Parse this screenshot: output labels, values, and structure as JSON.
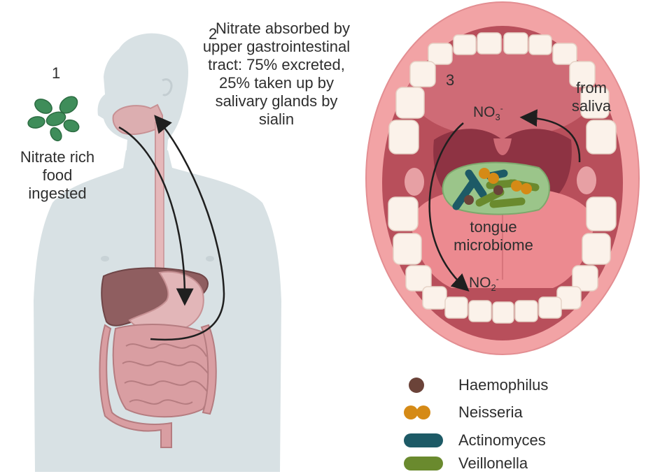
{
  "steps": {
    "step1": {
      "number": "1",
      "label": "Nitrate rich food ingested"
    },
    "step2": {
      "number": "2",
      "label": "Nitrate absorbed by upper gastrointestinal tract: 75% excreted, 25% taken up by salivary glands by sialin"
    },
    "step3": {
      "number": "3"
    }
  },
  "mouth": {
    "from_saliva": "from saliva",
    "nitrate": {
      "base": "NO",
      "sub": "3",
      "sup": "-"
    },
    "nitrite": {
      "base": "NO",
      "sub": "2",
      "sup": "-"
    },
    "microbiome_label": "tongue microbiome"
  },
  "legend": [
    {
      "name": "Haemophilus",
      "icon": "dark-brown-cocci-icon",
      "color": "#6b4339"
    },
    {
      "name": "Neisseria",
      "icon": "orange-diplococci-icon",
      "color": "#d58a16"
    },
    {
      "name": "Actinomyces",
      "icon": "teal-rod-icon",
      "color": "#1d5a66"
    },
    {
      "name": "Veillonella",
      "icon": "olive-rod-icon",
      "color": "#6a8a2e"
    }
  ],
  "colors": {
    "body_silhouette": "#d6dfe2",
    "organ_pink": "#d9a3a6",
    "liver": "#8f5d5e",
    "lips": "#f0a0a2",
    "mouth_interior": "#b44a58",
    "tongue": "#e8848a",
    "teeth": "#fbf2ea",
    "leaf": "#3d8a58"
  }
}
